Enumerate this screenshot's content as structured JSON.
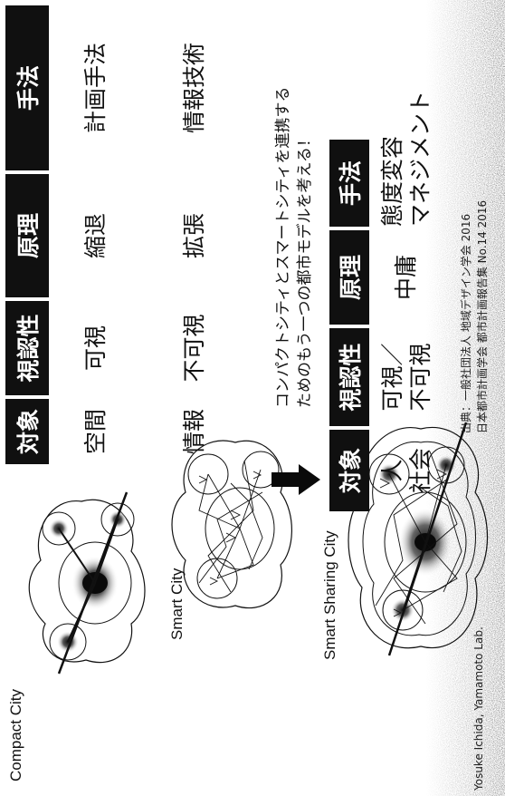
{
  "cities": [
    {
      "label": "Compact City"
    },
    {
      "label": "Smart City"
    },
    {
      "label": "Smart Sharing City"
    }
  ],
  "table_top": {
    "headers": [
      "対象",
      "視認性",
      "原理",
      "手法"
    ],
    "rows": [
      [
        "空間",
        "可視",
        "縮退",
        "計画手法"
      ],
      [
        "情報",
        "不可視",
        "拡張",
        "情報技術"
      ]
    ]
  },
  "caption": {
    "line1": "コンパクトシティとスマートシティを連携する",
    "line2": "ためのもう一つの都市モデルを考える！"
  },
  "table_bottom": {
    "headers": [
      "対象",
      "視認性",
      "原理",
      "手法"
    ],
    "row": {
      "target": [
        "人",
        "社会"
      ],
      "visibility": [
        "可視／",
        "不可視"
      ],
      "principle": "中庸",
      "method": [
        "態度変容",
        "マネジメント"
      ]
    }
  },
  "credit": {
    "author": "Yosuke Ichida, Yamamoto Lab.",
    "line1": "出典：一般社団法人 地域デザイン学会 2016",
    "line2": "日本都市計画学会 都市計画報告集 No.14 2016"
  },
  "colors": {
    "header_bg": "#101010",
    "header_text": "#ffffff",
    "ink": "#111111"
  }
}
